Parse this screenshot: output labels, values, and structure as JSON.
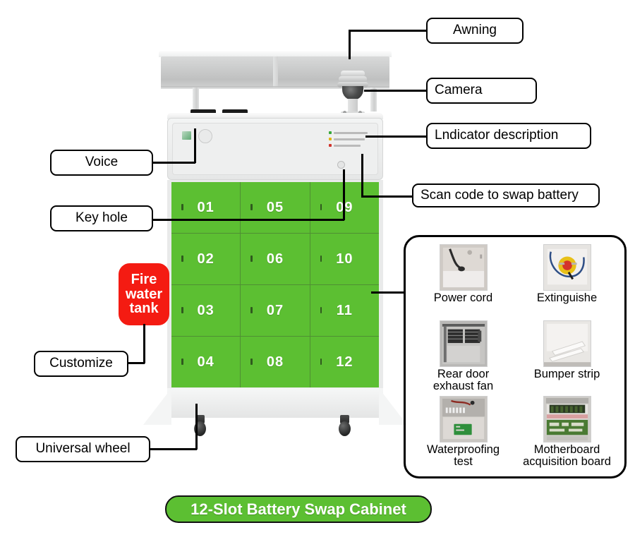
{
  "title_banner": {
    "label": "12-Slot Battery Swap Cabinet"
  },
  "callouts": {
    "awning": "Awning",
    "camera": "Camera",
    "indicator": "Lndicator description",
    "scan_code": "Scan code to swap battery",
    "voice": "Voice",
    "key_hole": "Key hole",
    "customize": "Customize",
    "universal_wheel": "Universal wheel"
  },
  "fire_badge": {
    "line1": "Fire",
    "line2": "water",
    "line3": "tank"
  },
  "lockers": {
    "columns": [
      [
        "01",
        "02",
        "03",
        "04"
      ],
      [
        "05",
        "06",
        "07",
        "08"
      ],
      [
        "09",
        "10",
        "11",
        "12"
      ]
    ],
    "door_color": "#5cbf32",
    "number_color": "#ffffff"
  },
  "indicators": [
    {
      "name": "green-indicator",
      "color": "#35a83a"
    },
    {
      "name": "yellow-indicator",
      "color": "#e0b417"
    },
    {
      "name": "red-indicator",
      "color": "#d0342c"
    }
  ],
  "photo_panel": {
    "items": [
      {
        "icon": "power-cord-photo",
        "caption": "Power cord"
      },
      {
        "icon": "extinguisher-photo",
        "caption": "Extinguishe"
      },
      {
        "icon": "rear-door-exhaust-fan-photo",
        "caption": "Rear door\nexhaust fan"
      },
      {
        "icon": "bumper-strip-photo",
        "caption": "Bumper strip"
      },
      {
        "icon": "waterproofing-test-photo",
        "caption": "Waterproofing\ntest"
      },
      {
        "icon": "motherboard-acquisition-board-photo",
        "caption": "Motherboard\nacquisition board"
      }
    ]
  },
  "colors": {
    "green": "#5cbf32",
    "red": "#f41b12",
    "outline": "#000000",
    "cabinet_grey": "#e9eaea"
  }
}
